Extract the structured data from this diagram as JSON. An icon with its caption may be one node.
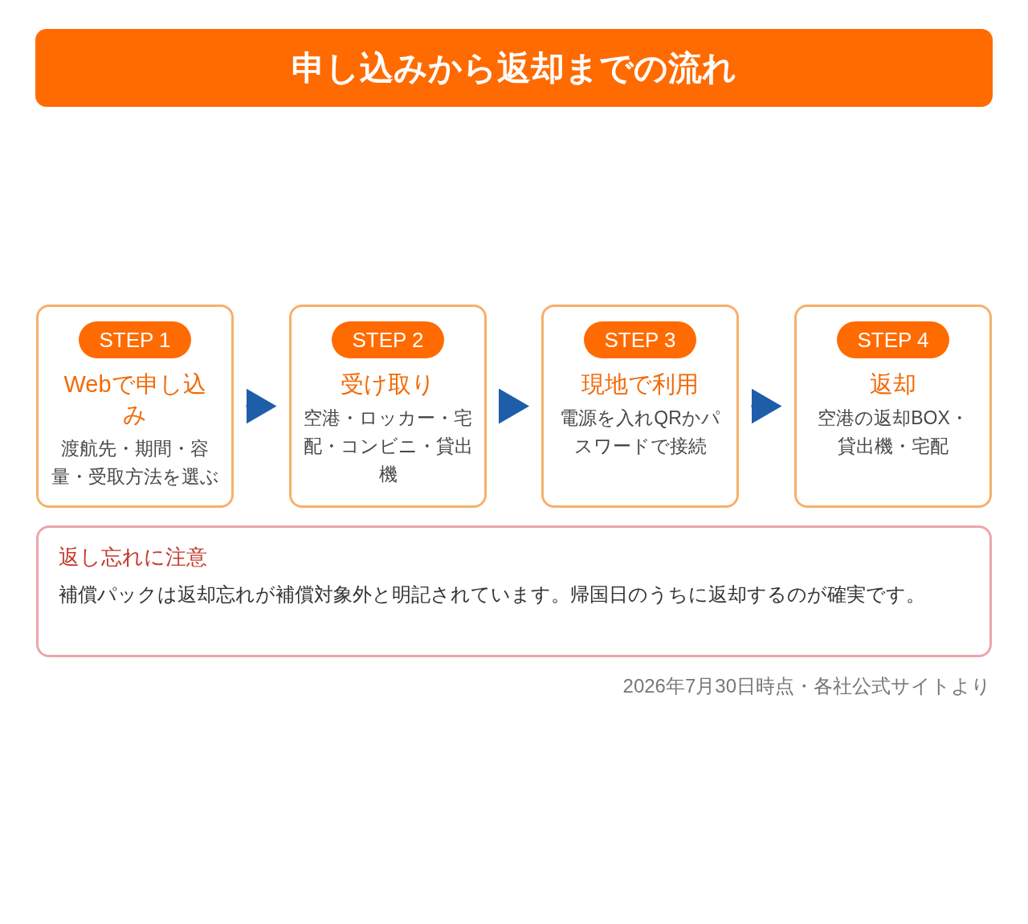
{
  "diagram": {
    "title": "申し込みから返却までの流れ",
    "nodes": [
      {
        "text": [
          "Webで申し込み",
          "渡航先・期間・容量・受取方法を選ぶ"
        ]
      },
      {
        "text": [
          "STEP 1"
        ],
        "in": 0
      },
      {
        "text": [
          "受け取り",
          "空港・ロッカー・宅配・コンビニ・貸出機"
        ]
      },
      {
        "text": [
          "STEP 2"
        ],
        "in": 2
      },
      {
        "text": [
          "現地で利用",
          "電源を入れQRかパスワードで接続"
        ]
      },
      {
        "text": [
          "STEP 3"
        ],
        "in": 4
      },
      {
        "text": [
          "返却",
          "空港の返却BOX・貸出機・宅配"
        ]
      },
      {
        "text": [
          "STEP 4"
        ],
        "in": 6
      },
      {
        "text": [
          "返し忘れに注意",
          "補償パックは返却忘れが補償対象外と明記されています。帰国日のうちに返却するのが確実です。"
        ]
      }
    ],
    "edges": [
      {
        "from": 0,
        "to": 2,
        "arrow": "to"
      },
      {
        "from": 2,
        "to": 4,
        "arrow": "to"
      },
      {
        "from": 4,
        "to": 6,
        "arrow": "to"
      }
    ],
    "labels": [
      "2026年7月30日時点・各社公式サイトより"
    ]
  }
}
